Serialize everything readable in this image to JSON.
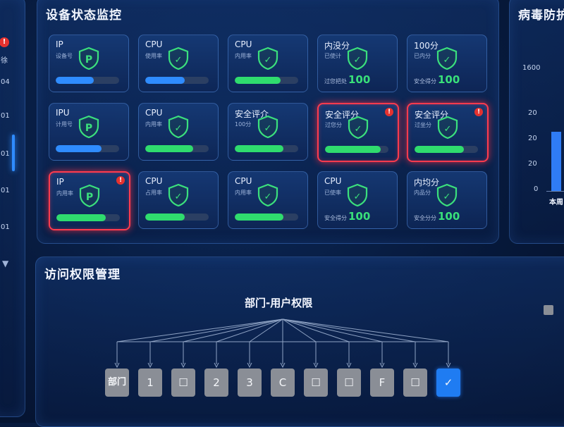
{
  "sidebar": {
    "alert_glyph": "!",
    "text_items": [
      "徐",
      "04",
      "01",
      "01",
      "01",
      "01"
    ],
    "chevron_glyph": "▼"
  },
  "monitor": {
    "title": "设备状态监控",
    "cards": [
      {
        "title": "IP",
        "sub": "设备号",
        "shield_glyph": "P",
        "bar": 0.6,
        "bar_color": "#2f8cff",
        "alert": false
      },
      {
        "title": "CPU",
        "sub": "使用率",
        "shield_glyph": "✓",
        "bar": 0.62,
        "bar_color": "#2f8cff",
        "alert": false
      },
      {
        "title": "CPU",
        "sub": "内用率",
        "shield_glyph": "✓",
        "bar": 0.72,
        "bar_color": "#2fdc6e",
        "alert": false
      },
      {
        "title": "内没分",
        "sub": "已使计",
        "shield_glyph": "✓",
        "score_label": "过您把处",
        "score": "100",
        "alert": false
      },
      {
        "title": "100分",
        "sub": "已内分",
        "shield_glyph": "✓",
        "score_label": "安全得分",
        "score": "100",
        "alert": false
      },
      {
        "title": "IPU",
        "sub": "计用号",
        "shield_glyph": "P",
        "bar": 0.72,
        "bar_color": "#2f8cff",
        "alert": false
      },
      {
        "title": "CPU",
        "sub": "内用率",
        "shield_glyph": "✓",
        "bar": 0.75,
        "bar_color": "#2fdc6e",
        "alert": false
      },
      {
        "title": "安全评介",
        "sub": "100分",
        "shield_glyph": "✓",
        "bar": 0.77,
        "bar_color": "#2fdc6e",
        "alert": false
      },
      {
        "title": "安全评分",
        "sub": "过您分",
        "shield_glyph": "✓",
        "bar": 0.88,
        "bar_color": "#2fdc6e",
        "alert": true,
        "alert_glyph": "!"
      },
      {
        "title": "安全评分",
        "sub": "过坐分",
        "shield_glyph": "✓",
        "bar": 0.78,
        "bar_color": "#2fdc6e",
        "alert": true,
        "alert_glyph": "!"
      },
      {
        "title": "IP",
        "sub": "内用率",
        "shield_glyph": "P",
        "bar": 0.78,
        "bar_color": "#2fdc6e",
        "alert": true,
        "alert_glyph": "!"
      },
      {
        "title": "CPU",
        "sub": "占用率",
        "shield_glyph": "✓",
        "bar": 0.62,
        "bar_color": "#2fdc6e",
        "alert": false
      },
      {
        "title": "CPU",
        "sub": "内用率",
        "shield_glyph": "✓",
        "bar": 0.77,
        "bar_color": "#2fdc6e",
        "alert": false
      },
      {
        "title": "CPU",
        "sub": "已使率",
        "shield_glyph": "✓",
        "score_label": "安全得分",
        "score": "100",
        "alert": false
      },
      {
        "title": "内均分",
        "sub": "内品分",
        "shield_glyph": "✓",
        "score_label": "安全分分",
        "score": "100",
        "alert": false
      }
    ]
  },
  "virus": {
    "title": "病毒防护",
    "y_ticks": [
      "1600",
      "20",
      "20",
      "20",
      "0"
    ],
    "category": "本周",
    "bar_color": "#2f7cf5"
  },
  "access": {
    "title": "访问权限管理",
    "root": "部门-用户权限",
    "nodes": [
      "部门",
      "1",
      "☐",
      "2",
      "3",
      "C",
      "☐",
      "☐",
      "F",
      "☐",
      "✓"
    ]
  },
  "colors": {
    "shield": "#3be07d",
    "alert": "#ff3b4e",
    "accent": "#2f8cff"
  }
}
